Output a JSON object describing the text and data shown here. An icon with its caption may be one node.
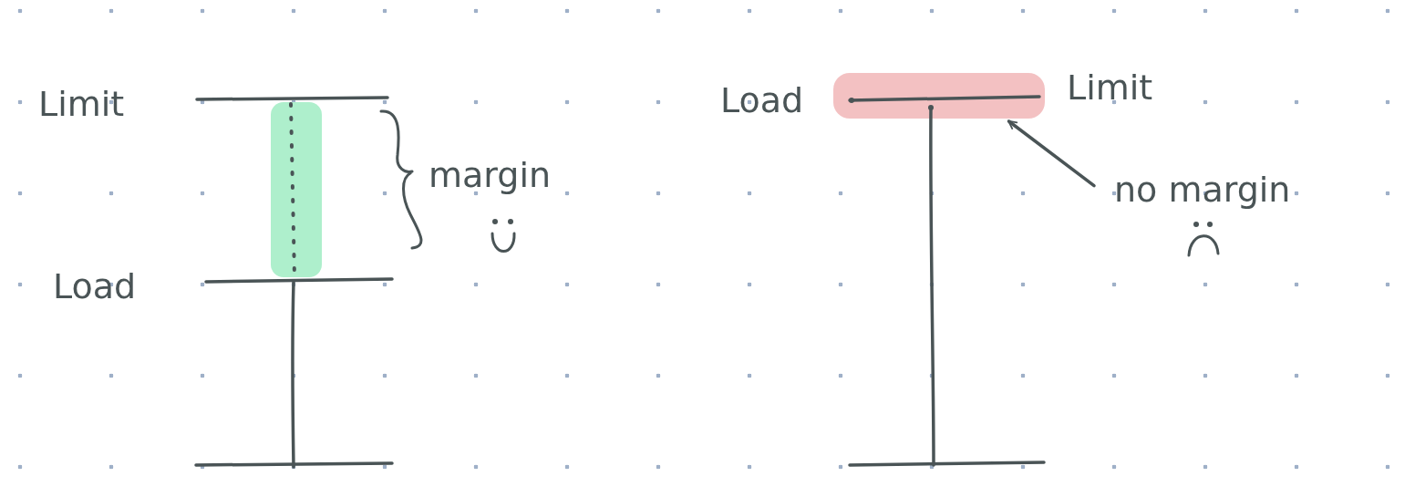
{
  "diagram": {
    "nodes": [
      {
        "text": [
          "no margin"
        ]
      },
      {
        "text": [],
        "shape": "bar"
      }
    ],
    "edges": [
      {
        "from": 0,
        "to": 1,
        "arrow": "to"
      }
    ],
    "labels": [
      "Limit",
      "Load",
      "margin",
      "Load",
      "Limit"
    ]
  }
}
